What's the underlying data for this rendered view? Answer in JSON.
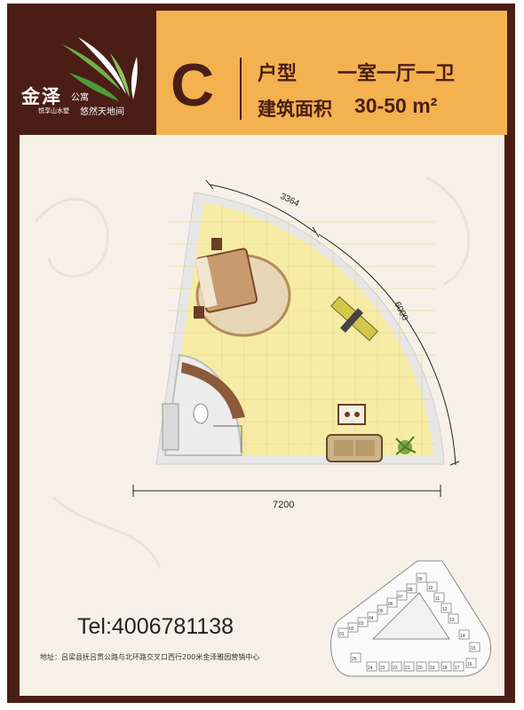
{
  "logo": {
    "name": "金泽",
    "name_suffix": "公寓",
    "tagline_left": "悦享山水墅",
    "tagline_right": "悠然天地间"
  },
  "header": {
    "unit_letter": "C",
    "type_label": "户型",
    "type_value": "一室一厅一卫",
    "area_label": "建筑面积",
    "area_value": "30-50 m²"
  },
  "colors": {
    "frame": "#4a1e16",
    "header_band": "#f3b150",
    "floor": "#f7eca6",
    "wall": "#e7e7e7"
  },
  "floorplan": {
    "dim_top": "3364",
    "dim_arc": "6000",
    "dim_bottom": "7200"
  },
  "siteplan": {
    "units": [
      "01",
      "02",
      "03",
      "04",
      "05",
      "06",
      "07",
      "08",
      "09",
      "10",
      "11",
      "12",
      "13",
      "14",
      "15",
      "16",
      "17",
      "18",
      "19",
      "20",
      "21",
      "22",
      "23",
      "24",
      "25"
    ]
  },
  "contact": {
    "tel": "Tel:4006781138",
    "address": "地址：吕梁县抚吕贯公路与北环路交叉口西行200米金泽雅园营销中心"
  }
}
